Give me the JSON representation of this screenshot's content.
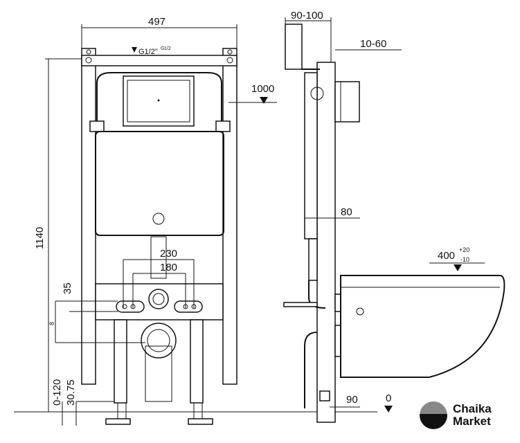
{
  "dimensions": {
    "width": "497",
    "height": "1140",
    "inlet": "G1/2\"",
    "inlet_label": "G",
    "inlet_fraction": "1/2",
    "flush_height": "1000",
    "side_depth": "90-100",
    "wall_adjust": "10-60",
    "frame_depth": "80",
    "bowl_height": "400",
    "bowl_tol_plus": "+20",
    "bowl_tol_minus": "-10",
    "bolt_spacing_outer": "230",
    "bolt_spacing_inner": "180",
    "bolt_offset": "35",
    "bolt_height": "8",
    "leg_adjust": "0-120",
    "leg_base": "30.75",
    "wall_offset": "90",
    "floor_level": "0"
  },
  "brand": {
    "line1": "Chaika",
    "line2": "Market"
  }
}
